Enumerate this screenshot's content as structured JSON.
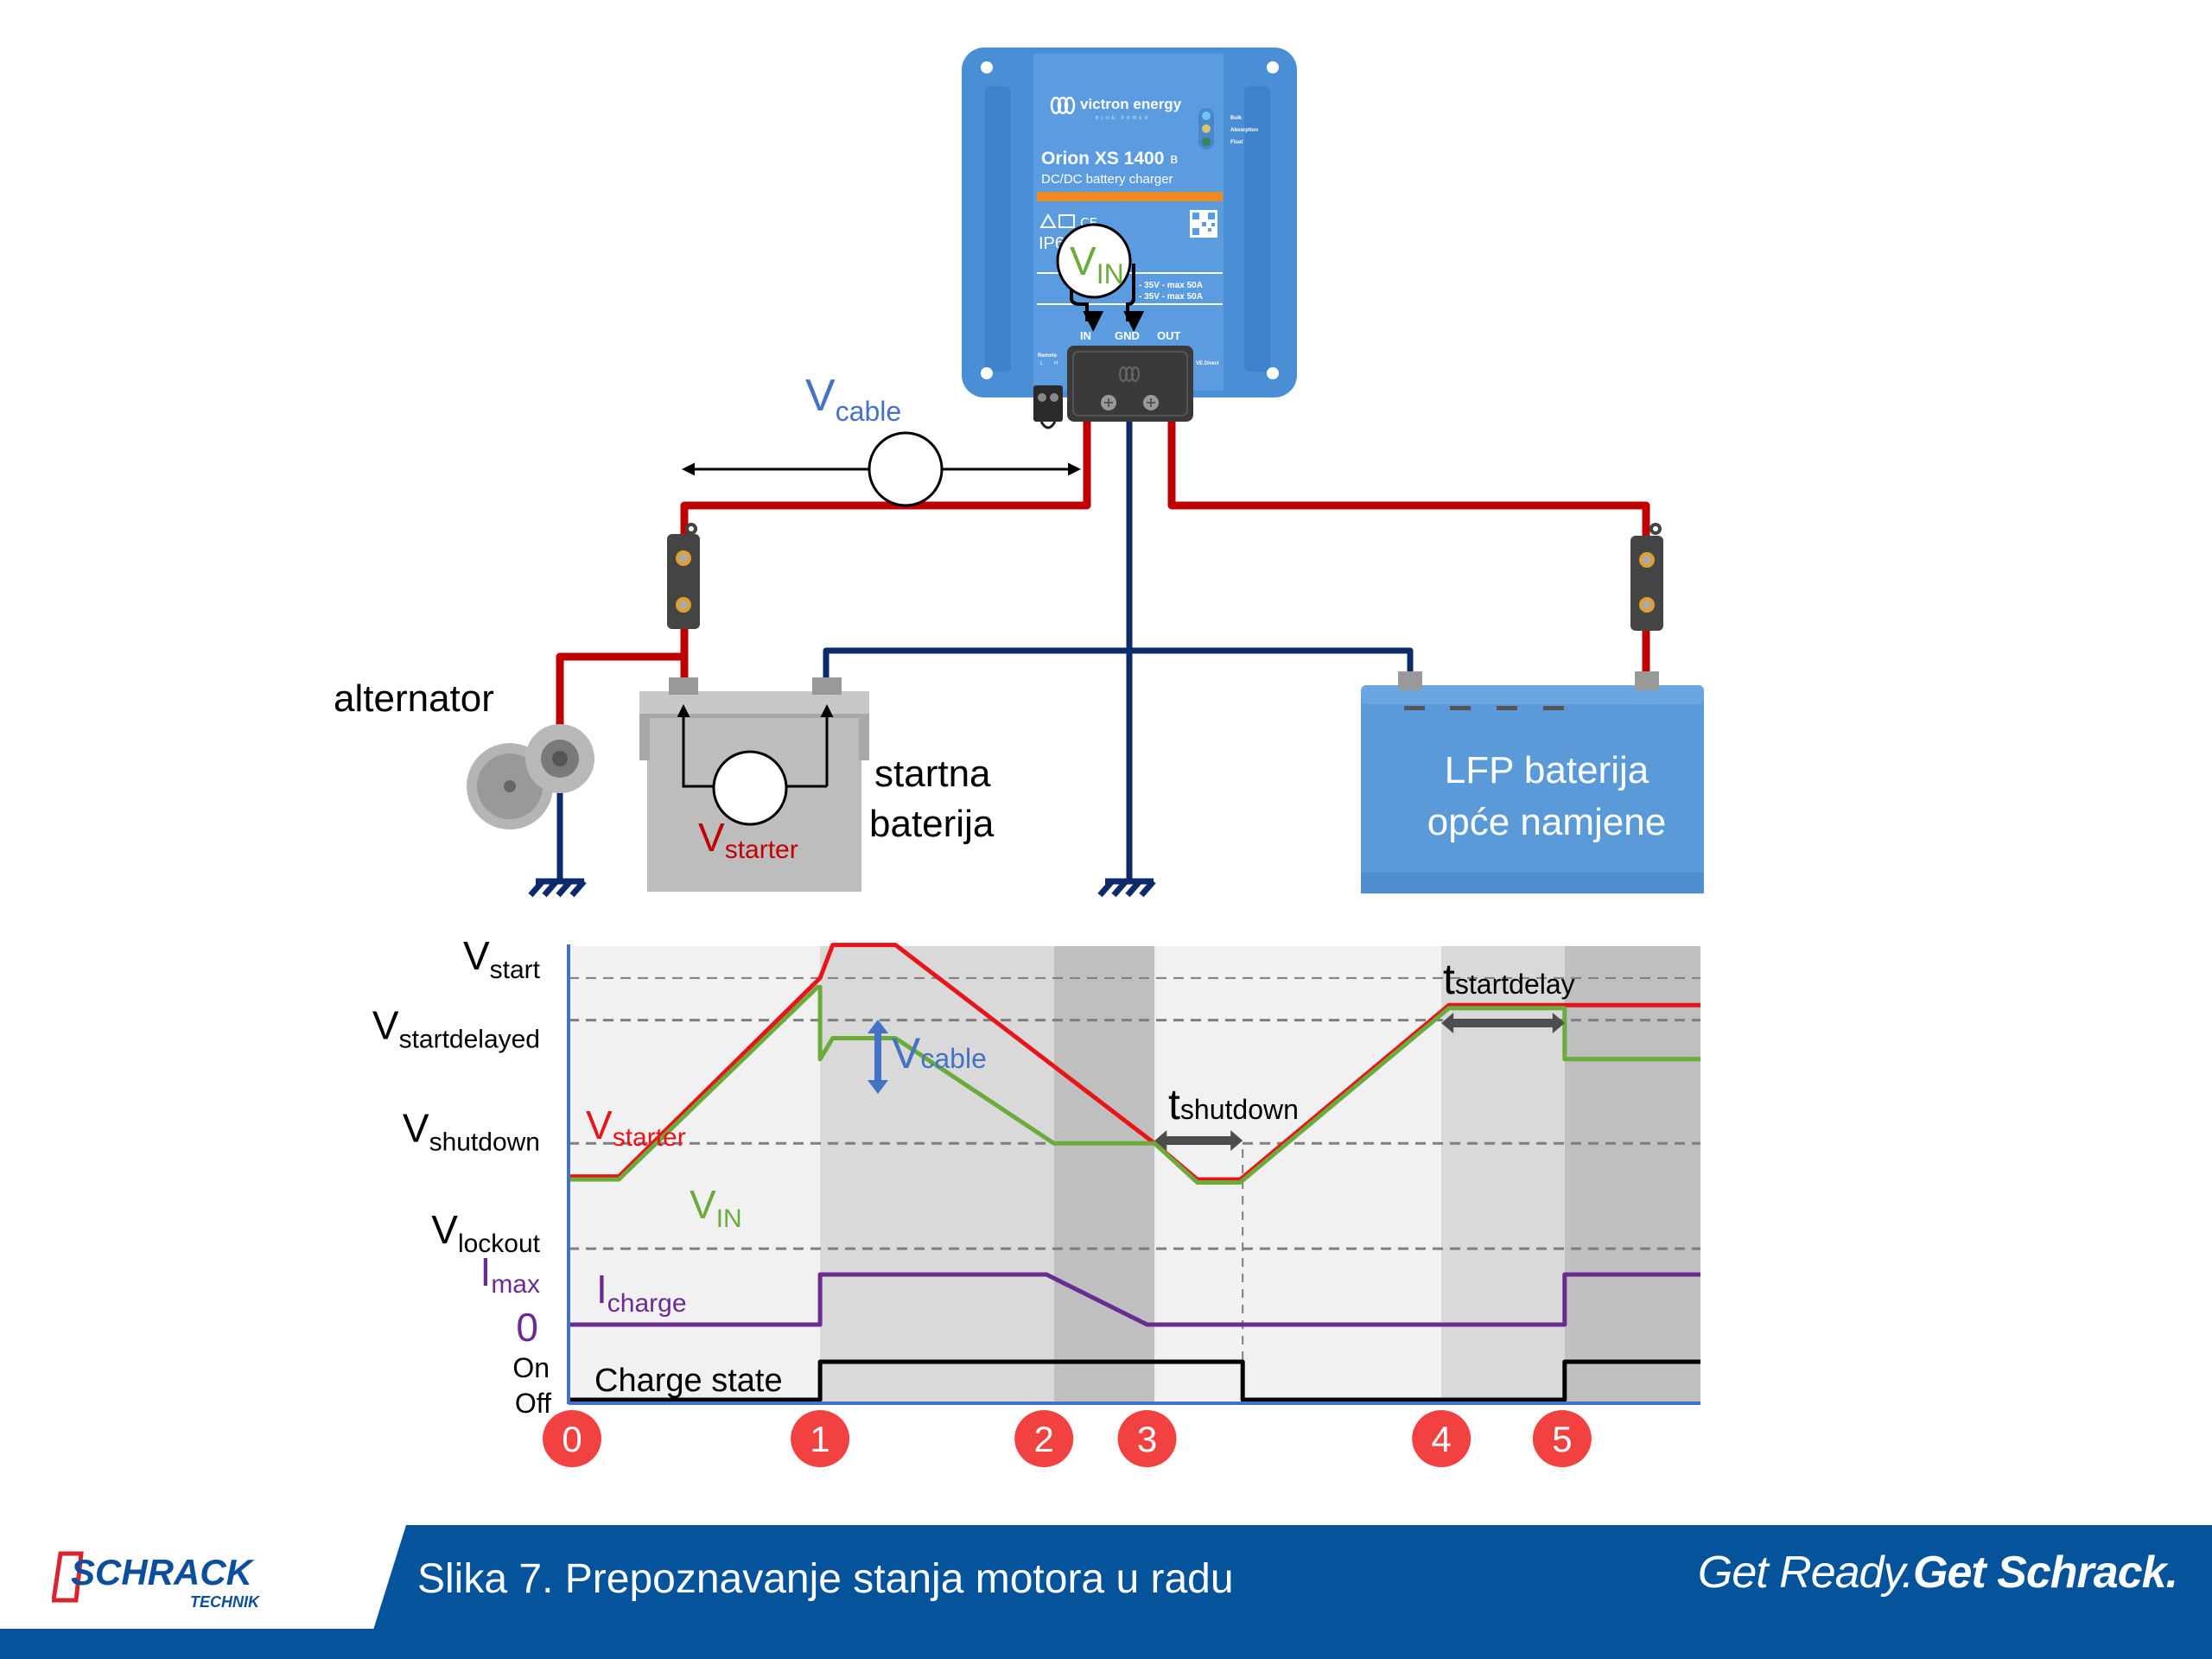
{
  "colors": {
    "cable_positive": "#c00000",
    "cable_negative": "#0d2a6b",
    "charger_body": "#4a90d9",
    "charger_panel": "#5b9be0",
    "battery_lfp": "#5a9ad8",
    "battery_starter": "#bdbdbd",
    "vstarter": "#e8141a",
    "vin": "#6aab3c",
    "icharge": "#6a2c91",
    "charge_state": "#000000",
    "vcable_label": "#4472c4",
    "marker": "#f24141",
    "footer": "#05539a",
    "band_light": "#f1f1f1",
    "band_mid": "#d9d9d9",
    "band_dark": "#bfbfbf"
  },
  "charger": {
    "brand": "victron energy",
    "brand_sub": "BLUE POWER",
    "model": "Orion XS 1400",
    "description": "DC/DC battery charger",
    "ip_rating": "IP6",
    "spec_line_1": "- 35V - max 50A",
    "spec_line_2": "- 35V - max 50A",
    "leds": [
      "Bulk",
      "Absorption",
      "Float"
    ],
    "terminals": [
      "IN",
      "GND",
      "OUT"
    ],
    "remote_label": "Remote",
    "remote_pins": [
      "L",
      "H"
    ],
    "vedirect_label": "VE.Direct",
    "vin_label_main": "V",
    "vin_label_sub": "IN"
  },
  "diagram": {
    "vcable_main": "V",
    "vcable_sub": "cable",
    "alternator_label": "alternator",
    "starter_battery_line1": "startna",
    "starter_battery_line2": "baterija",
    "vstarter_main": "V",
    "vstarter_sub": "starter",
    "lfp_line1": "LFP baterija",
    "lfp_line2": "opće namjene"
  },
  "chart_data": {
    "type": "line",
    "title": "",
    "x_markers": [
      "0",
      "1",
      "2",
      "3",
      "4",
      "5"
    ],
    "x_marker_positions": [
      0,
      1.0,
      1.89,
      2.3,
      3.47,
      3.95
    ],
    "x_range": [
      0,
      4.5
    ],
    "shaded_phases": [
      {
        "from": 0,
        "to": 1.0,
        "shade": "light"
      },
      {
        "from": 1.0,
        "to": 1.93,
        "shade": "mid"
      },
      {
        "from": 1.93,
        "to": 2.33,
        "shade": "dark"
      },
      {
        "from": 2.33,
        "to": 3.47,
        "shade": "light"
      },
      {
        "from": 3.47,
        "to": 3.96,
        "shade": "mid"
      },
      {
        "from": 3.96,
        "to": 4.5,
        "shade": "dark"
      }
    ],
    "y_levels": [
      {
        "key": "vstart",
        "label_main": "V",
        "label_sub": "start",
        "value": 0.845
      },
      {
        "key": "vstartdelayed",
        "label_main": "V",
        "label_sub": "startdelayed",
        "value": 0.775
      },
      {
        "key": "vshutdown",
        "label_main": "V",
        "label_sub": "shutdown",
        "value": 0.57
      },
      {
        "key": "vlockout",
        "label_main": "V",
        "label_sub": "lockout",
        "value": 0.395
      }
    ],
    "current_labels": {
      "imax_main": "I",
      "imax_sub": "max",
      "zero": "0"
    },
    "state_labels": {
      "on": "On",
      "off": "Off"
    },
    "series": [
      {
        "name": "Vstarter",
        "label_main": "V",
        "label_sub": "starter",
        "color_key": "vstarter",
        "points": [
          [
            0,
            0.515
          ],
          [
            0.2,
            0.515
          ],
          [
            1.0,
            0.845
          ],
          [
            1.05,
            0.9
          ],
          [
            1.3,
            0.9
          ],
          [
            2.33,
            0.57
          ],
          [
            2.5,
            0.51
          ],
          [
            2.67,
            0.51
          ],
          [
            3.5,
            0.8
          ],
          [
            4.5,
            0.8
          ]
        ]
      },
      {
        "name": "VIN",
        "label_main": "V",
        "label_sub": "IN",
        "color_key": "vin",
        "points": [
          [
            0,
            0.51
          ],
          [
            0.2,
            0.51
          ],
          [
            0.99,
            0.83
          ],
          [
            1.0,
            0.83
          ],
          [
            1.0,
            0.71
          ],
          [
            1.05,
            0.745
          ],
          [
            1.3,
            0.745
          ],
          [
            1.93,
            0.57
          ],
          [
            2.33,
            0.57
          ],
          [
            2.5,
            0.505
          ],
          [
            2.67,
            0.505
          ],
          [
            3.5,
            0.795
          ],
          [
            3.96,
            0.795
          ],
          [
            3.96,
            0.71
          ],
          [
            4.5,
            0.71
          ]
        ]
      },
      {
        "name": "Icharge",
        "label_main": "I",
        "label_sub": "charge",
        "color_key": "icharge",
        "levels": {
          "zero": 0,
          "max": 1
        },
        "points": [
          [
            0,
            0
          ],
          [
            1.0,
            0
          ],
          [
            1.0,
            1
          ],
          [
            1.9,
            1
          ],
          [
            2.3,
            0
          ],
          [
            3.96,
            0
          ],
          [
            3.96,
            1
          ],
          [
            4.5,
            1
          ]
        ]
      },
      {
        "name": "Charge state",
        "label": "Charge state",
        "color_key": "charge_state",
        "points": [
          [
            0,
            0
          ],
          [
            1.0,
            0
          ],
          [
            1.0,
            1
          ],
          [
            2.68,
            1
          ],
          [
            2.68,
            0
          ],
          [
            3.96,
            0
          ],
          [
            3.96,
            1
          ],
          [
            4.5,
            1
          ]
        ]
      }
    ],
    "annotations": [
      {
        "key": "vcable",
        "label_main": "V",
        "label_sub": "cable"
      },
      {
        "key": "tshutdown",
        "label_main": "t",
        "label_sub": "shutdown",
        "from": 2.33,
        "to": 2.68
      },
      {
        "key": "tstartdelay",
        "label_main": "t",
        "label_sub": "startdelay",
        "from": 3.47,
        "to": 3.96
      }
    ]
  },
  "footer": {
    "logo_main": "SCHRACK",
    "logo_sub": "TECHNIK",
    "caption": "Slika 7. Prepoznavanje stanja motora u radu",
    "slogan_light": "Get Ready.",
    "slogan_bold": "Get Schrack."
  }
}
